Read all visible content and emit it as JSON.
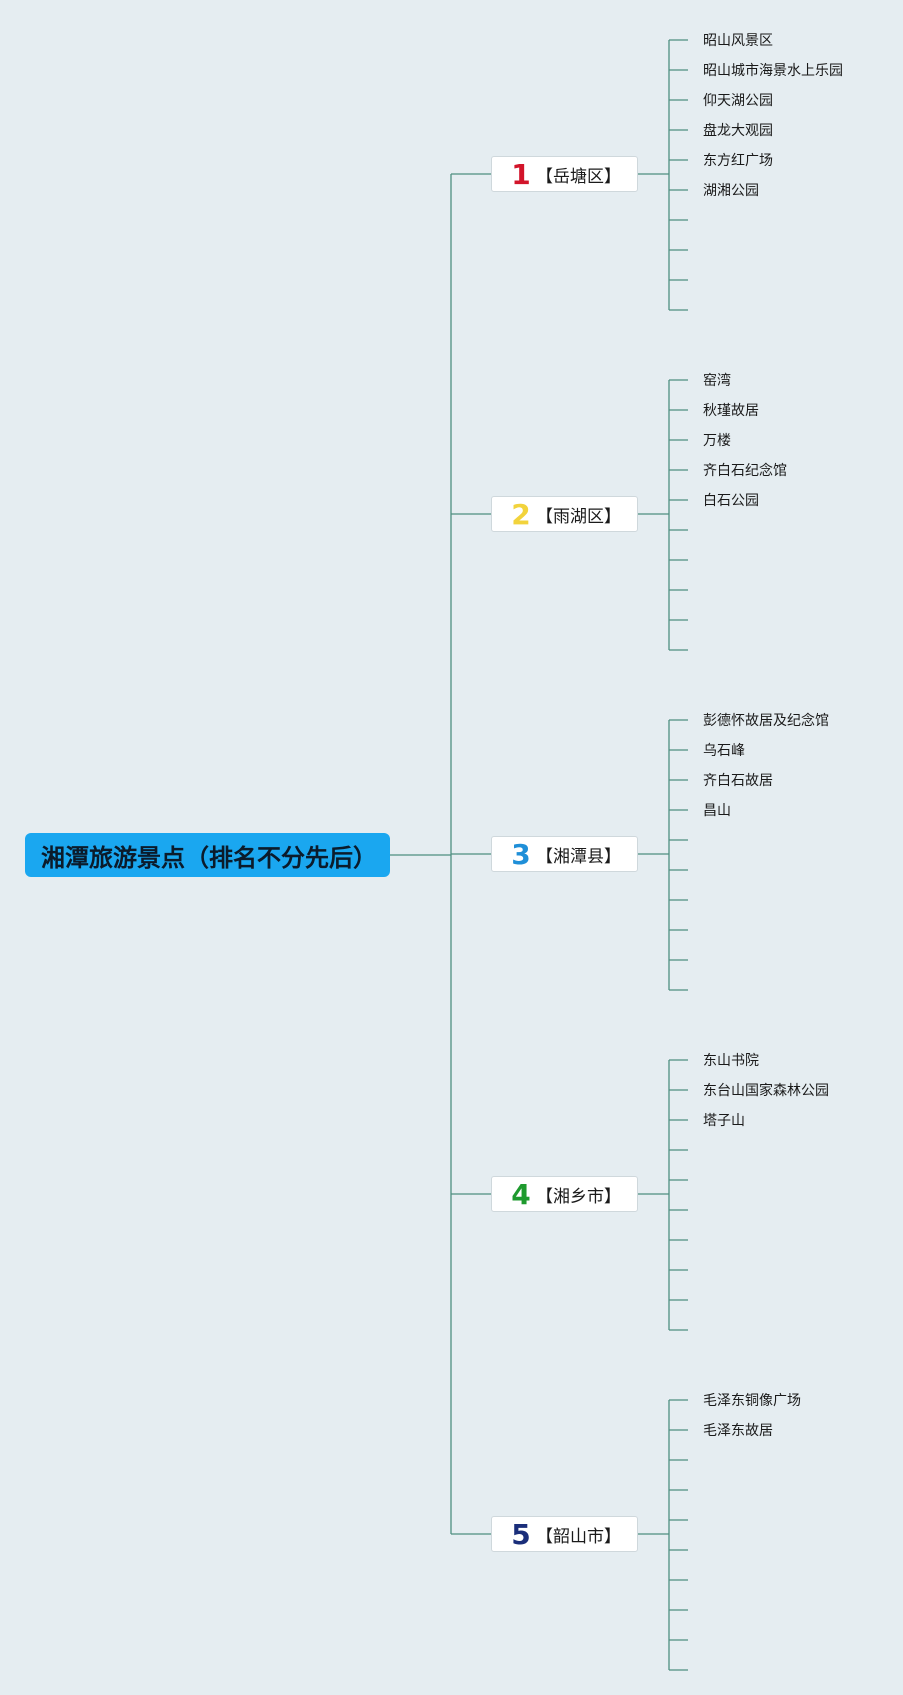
{
  "root": {
    "title": "湘潭旅游景点（排名不分先后）"
  },
  "branches": [
    {
      "num": "1",
      "label": "【岳塘区】",
      "color": "#d2142a",
      "leaves": [
        "昭山风景区",
        "昭山城市海景水上乐园",
        "仰天湖公园",
        "盘龙大观园",
        "东方红广场",
        "湖湘公园",
        "",
        "",
        "",
        ""
      ]
    },
    {
      "num": "2",
      "label": "【雨湖区】",
      "color": "#f2d33c",
      "leaves": [
        "窑湾",
        "秋瑾故居",
        "万楼",
        "齐白石纪念馆",
        "白石公园",
        "",
        "",
        "",
        "",
        ""
      ]
    },
    {
      "num": "3",
      "label": "【湘潭县】",
      "color": "#1f8fd8",
      "leaves": [
        "彭德怀故居及纪念馆",
        "乌石峰",
        "齐白石故居",
        "昌山",
        "",
        "",
        "",
        "",
        "",
        ""
      ]
    },
    {
      "num": "4",
      "label": "【湘乡市】",
      "color": "#1e9a2e",
      "leaves": [
        "东山书院",
        "东台山国家森林公园",
        "塔子山",
        "",
        "",
        "",
        "",
        "",
        "",
        ""
      ]
    },
    {
      "num": "5",
      "label": "【韶山市】",
      "color": "#1a2e7a",
      "leaves": [
        "毛泽东铜像广场",
        "毛泽东故居",
        "",
        "",
        "",
        "",
        "",
        "",
        "",
        ""
      ]
    }
  ],
  "colors": {
    "background": "#e5edf1",
    "root_fill": "#1aa7f0",
    "connector": "#4e8f80"
  }
}
